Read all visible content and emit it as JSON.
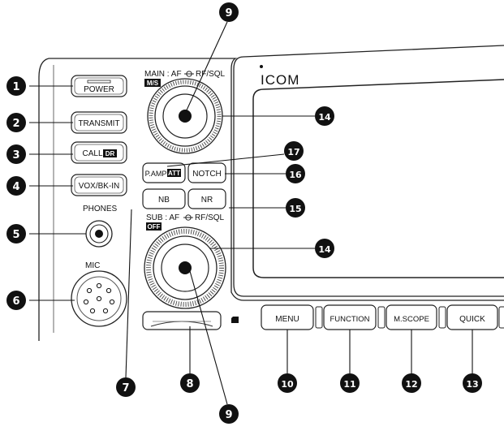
{
  "brand": "ICOM",
  "labels": {
    "main_knob": "MAIN : AF",
    "main_knob_rf": "RF/SQL",
    "main_tag": "M/S",
    "sub_knob": "SUB : AF",
    "sub_knob_rf": "RF/SQL",
    "sub_tag": "OFF",
    "phones": "PHONES",
    "mic": "MIC"
  },
  "buttons": {
    "power": "POWER",
    "transmit": "TRANSMIT",
    "call": "CALL",
    "call_tag": "DR",
    "vox": "VOX/BK-IN",
    "pamp": "P.AMP",
    "pamp_tag": "ATT",
    "notch": "NOTCH",
    "nb": "NB",
    "nr": "NR",
    "menu": "MENU",
    "function": "FUNCTION",
    "mscope": "M.SCOPE",
    "quick": "QUICK"
  },
  "callouts": {
    "c1": "1",
    "c2": "2",
    "c3": "3",
    "c4": "4",
    "c5": "5",
    "c6": "6",
    "c7": "7",
    "c8": "8",
    "c9a": "9",
    "c9b": "9",
    "c10": "10",
    "c11": "11",
    "c12": "12",
    "c13": "13",
    "c14a": "14",
    "c14b": "14",
    "c15": "15",
    "c16": "16",
    "c17": "17"
  }
}
